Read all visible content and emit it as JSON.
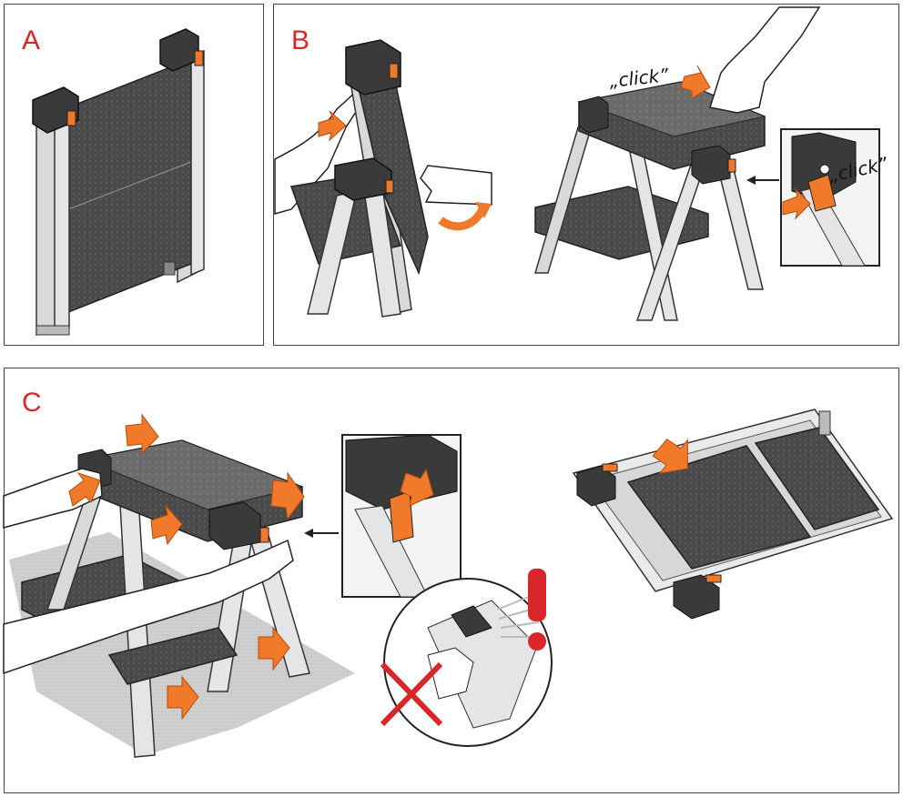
{
  "panels": {
    "a": {
      "letter": "A"
    },
    "b": {
      "letter": "B",
      "click_label": "„click”",
      "inset_click_label": "„click”"
    },
    "c": {
      "letter": "C"
    }
  },
  "colors": {
    "panel_letter": "#d8262a",
    "accent_arrow": "#f07a2a",
    "tread": "#4a4a4a",
    "frame": "#cfd2d4",
    "warning_red": "#d8262a"
  }
}
